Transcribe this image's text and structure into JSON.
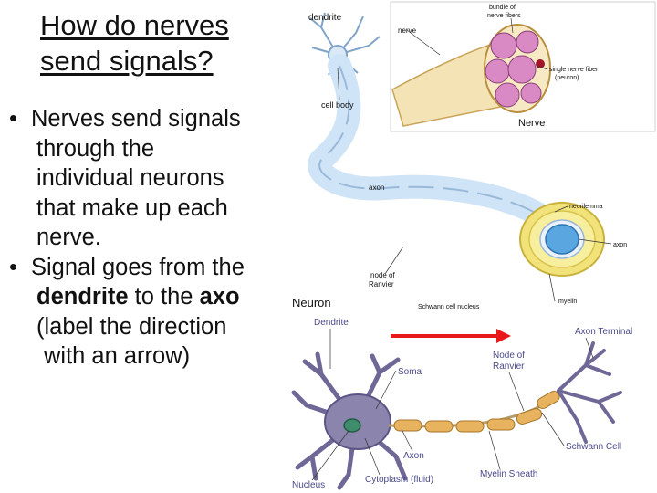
{
  "slide": {
    "title_line1": "How do nerves",
    "title_line2": "send signals?",
    "bullets": [
      {
        "lines": [
          "Nerves send signals",
          "through the",
          "individual neurons",
          "that make up each",
          "nerve."
        ]
      },
      {
        "line1": "Signal goes from the",
        "bold_dendrite": "dendrite",
        "to_the": " to the ",
        "bold_axon": "axo",
        "line3": "(label the direction",
        "line4": "with an arrow)"
      }
    ]
  },
  "figure_top": {
    "labels": {
      "dendrite": "dendrite",
      "nerve": "nerve",
      "bundle_line1": "bundle of",
      "bundle_line2": "nerve fibers",
      "single_line1": "single nerve fiber",
      "single_line2": "(neuron)",
      "cell_body": "cell body",
      "nerve_title": "Nerve",
      "axon": "axon",
      "neurilemma": "neurilemma",
      "axon_core": "axon",
      "node_line1": "node of",
      "node_line2": "Ranvier",
      "schwann_nucleus": "Schwann cell nucleus",
      "myelin": "myelin"
    }
  },
  "figure_bottom": {
    "labels": {
      "neuron_title": "Neuron",
      "dendrite": "Dendrite",
      "axon_terminal": "Axon Terminal",
      "soma": "Soma",
      "node_line1": "Node of",
      "node_line2": "Ranvier",
      "axon": "Axon",
      "schwann_cell": "Schwann Cell",
      "nucleus": "Nucleus",
      "cytoplasm": "Cytoplasm (fluid)",
      "myelin_sheath": "Myelin Sheath"
    },
    "arrow_color": "#e8181b"
  },
  "colors": {
    "axon_blue": "#cfe4f7",
    "axon_outline": "#9ab8d8",
    "nerve_fill": "#f3e3b5",
    "fascicle_pink": "#d98ac4",
    "myelin_yellow": "#f2e27a",
    "neuron_purple": "#8b84ad",
    "schwann_tan": "#e7b35e"
  }
}
